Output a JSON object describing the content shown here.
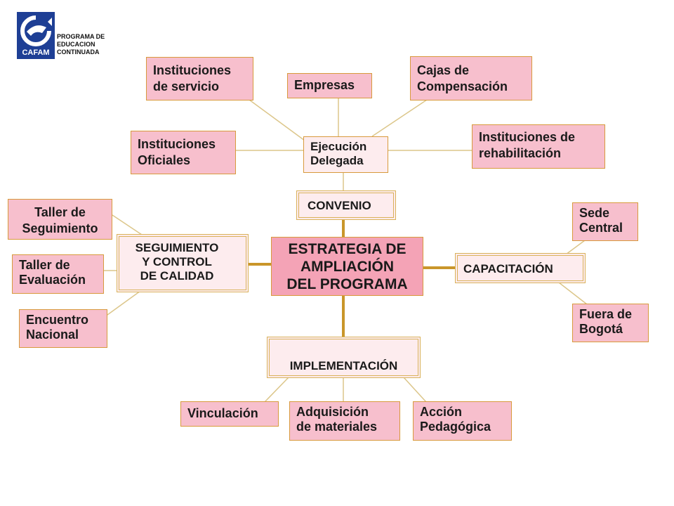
{
  "header": {
    "logo_text": "CAFAM",
    "program_label": "PROGRAMA DE\nEDUCACION\nCONTINUADA"
  },
  "center": {
    "label": "ESTRATEGIA DE\nAMPLIACIÓN\nDEL PROGRAMA"
  },
  "hubs": {
    "ejecucion": "Ejecución\nDelegada",
    "convenio": "CONVENIO",
    "seguimiento": "SEGUIMIENTO\nY CONTROL\nDE CALIDAD",
    "capacitacion": "CAPACITACIÓN",
    "implementacion": "IMPLEMENTACIÓN"
  },
  "ejecucion_nodes": {
    "instituciones_servicio": "Instituciones\nde servicio",
    "empresas": "Empresas",
    "cajas_compensacion": "Cajas de\nCompensación",
    "instituciones_oficiales": "Instituciones\nOficiales",
    "instituciones_rehabilitacion": "Instituciones de\nrehabilitación"
  },
  "seguimiento_nodes": {
    "taller_seguimiento": "Taller de\nSeguimiento",
    "taller_evaluacion": "Taller de\nEvaluación",
    "encuentro_nacional": "Encuentro\nNacional"
  },
  "capacitacion_nodes": {
    "sede_central": "Sede\nCentral",
    "fuera_bogota": "Fuera de\nBogotá"
  },
  "implementacion_nodes": {
    "vinculacion": "Vinculación",
    "adquisicion": "Adquisición\nde materiales",
    "accion_pedagogica": "Acción\nPedagógica"
  },
  "colors": {
    "node_fill": "#f7bfcd",
    "core_fill": "#f4a3b6",
    "hub_fill": "#fdecee",
    "border": "#d89a3c",
    "thick_line": "#c9962a",
    "thin_line": "#dcc68a",
    "logo_blue": "#1e3f95"
  }
}
